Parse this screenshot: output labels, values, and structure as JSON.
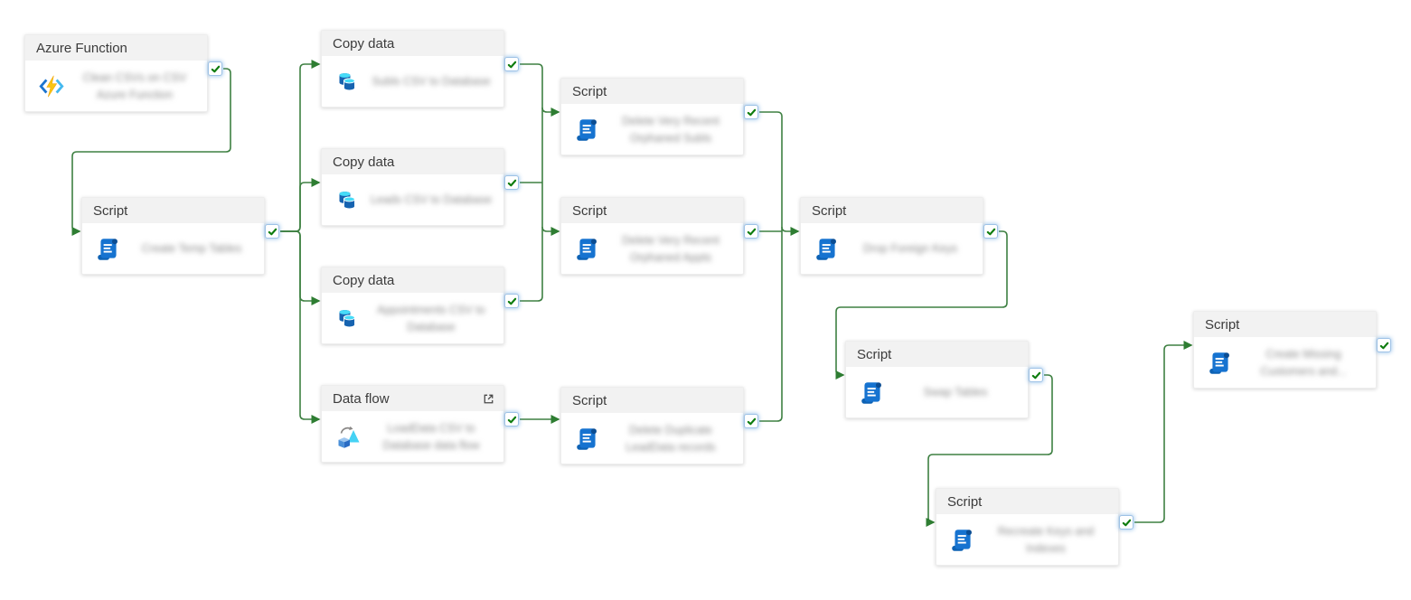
{
  "app": "pipeline-canvas",
  "labels_obscured": true,
  "colors": {
    "connector_green": "#3e8042",
    "arrow_green": "#2e7d32",
    "check_green": "#0e7c0e",
    "header_gray": "#f2f2f2",
    "badge_border_blue": "#9ec2e6",
    "icon_blue": "#1673d0",
    "icon_cyan": "#46dcf8",
    "bolt_yellow": "#f9c513"
  },
  "nodes": [
    {
      "id": "azure-function-1",
      "type": "Azure Function",
      "icon": "azure-function-icon",
      "label": "Clean CSVs on CSV Azure Function",
      "status": "succeeded"
    },
    {
      "id": "script-create-temp-tables",
      "type": "Script",
      "icon": "script-icon",
      "label": "Create Temp Tables",
      "status": "succeeded"
    },
    {
      "id": "copy-data-1",
      "type": "Copy data",
      "icon": "copy-data-icon",
      "label": "Subls CSV to Database",
      "status": "succeeded"
    },
    {
      "id": "copy-data-2",
      "type": "Copy data",
      "icon": "copy-data-icon",
      "label": "Leads CSV to Database",
      "status": "succeeded"
    },
    {
      "id": "copy-data-3",
      "type": "Copy data",
      "icon": "copy-data-icon",
      "label": "Appointments CSV to Database",
      "status": "succeeded"
    },
    {
      "id": "data-flow-1",
      "type": "Data flow",
      "icon": "data-flow-icon",
      "label": "LoadData CSV to Database data flow",
      "status": "succeeded",
      "header_action": "open-data-flow"
    },
    {
      "id": "script-delete-recent-1",
      "type": "Script",
      "icon": "script-icon",
      "label": "Delete Very Recent Orphaned Subls",
      "status": "succeeded"
    },
    {
      "id": "script-delete-recent-2",
      "type": "Script",
      "icon": "script-icon",
      "label": "Delete Very Recent Orphaned Appts",
      "status": "succeeded"
    },
    {
      "id": "script-delete-duplicates",
      "type": "Script",
      "icon": "script-icon",
      "label": "Delete Duplicate LeadData records",
      "status": "succeeded"
    },
    {
      "id": "script-drop-foreign-keys",
      "type": "Script",
      "icon": "script-icon",
      "label": "Drop Foreign Keys",
      "status": "succeeded"
    },
    {
      "id": "script-swap-tables",
      "type": "Script",
      "icon": "script-icon",
      "label": "Swap Tables",
      "status": "succeeded"
    },
    {
      "id": "script-recreate-keys",
      "type": "Script",
      "icon": "script-icon",
      "label": "Recreate Keys and Indexes",
      "status": "succeeded"
    },
    {
      "id": "script-create-missing",
      "type": "Script",
      "icon": "script-icon",
      "label": "Create Missing Customers and...",
      "status": "succeeded"
    }
  ],
  "edges": [
    {
      "from": "azure-function-1",
      "to": "script-create-temp-tables"
    },
    {
      "from": "script-create-temp-tables",
      "to": "copy-data-1"
    },
    {
      "from": "script-create-temp-tables",
      "to": "copy-data-2"
    },
    {
      "from": "script-create-temp-tables",
      "to": "copy-data-3"
    },
    {
      "from": "script-create-temp-tables",
      "to": "data-flow-1"
    },
    {
      "from": "copy-data-group",
      "to": "script-delete-recent-1"
    },
    {
      "from": "copy-data-group",
      "to": "script-delete-recent-2"
    },
    {
      "from": "data-flow-1",
      "to": "script-delete-duplicates"
    },
    {
      "from": "script-delete-group",
      "to": "script-drop-foreign-keys"
    },
    {
      "from": "script-drop-foreign-keys",
      "to": "script-swap-tables"
    },
    {
      "from": "script-swap-tables",
      "to": "script-recreate-keys"
    },
    {
      "from": "script-recreate-keys",
      "to": "script-create-missing"
    }
  ]
}
